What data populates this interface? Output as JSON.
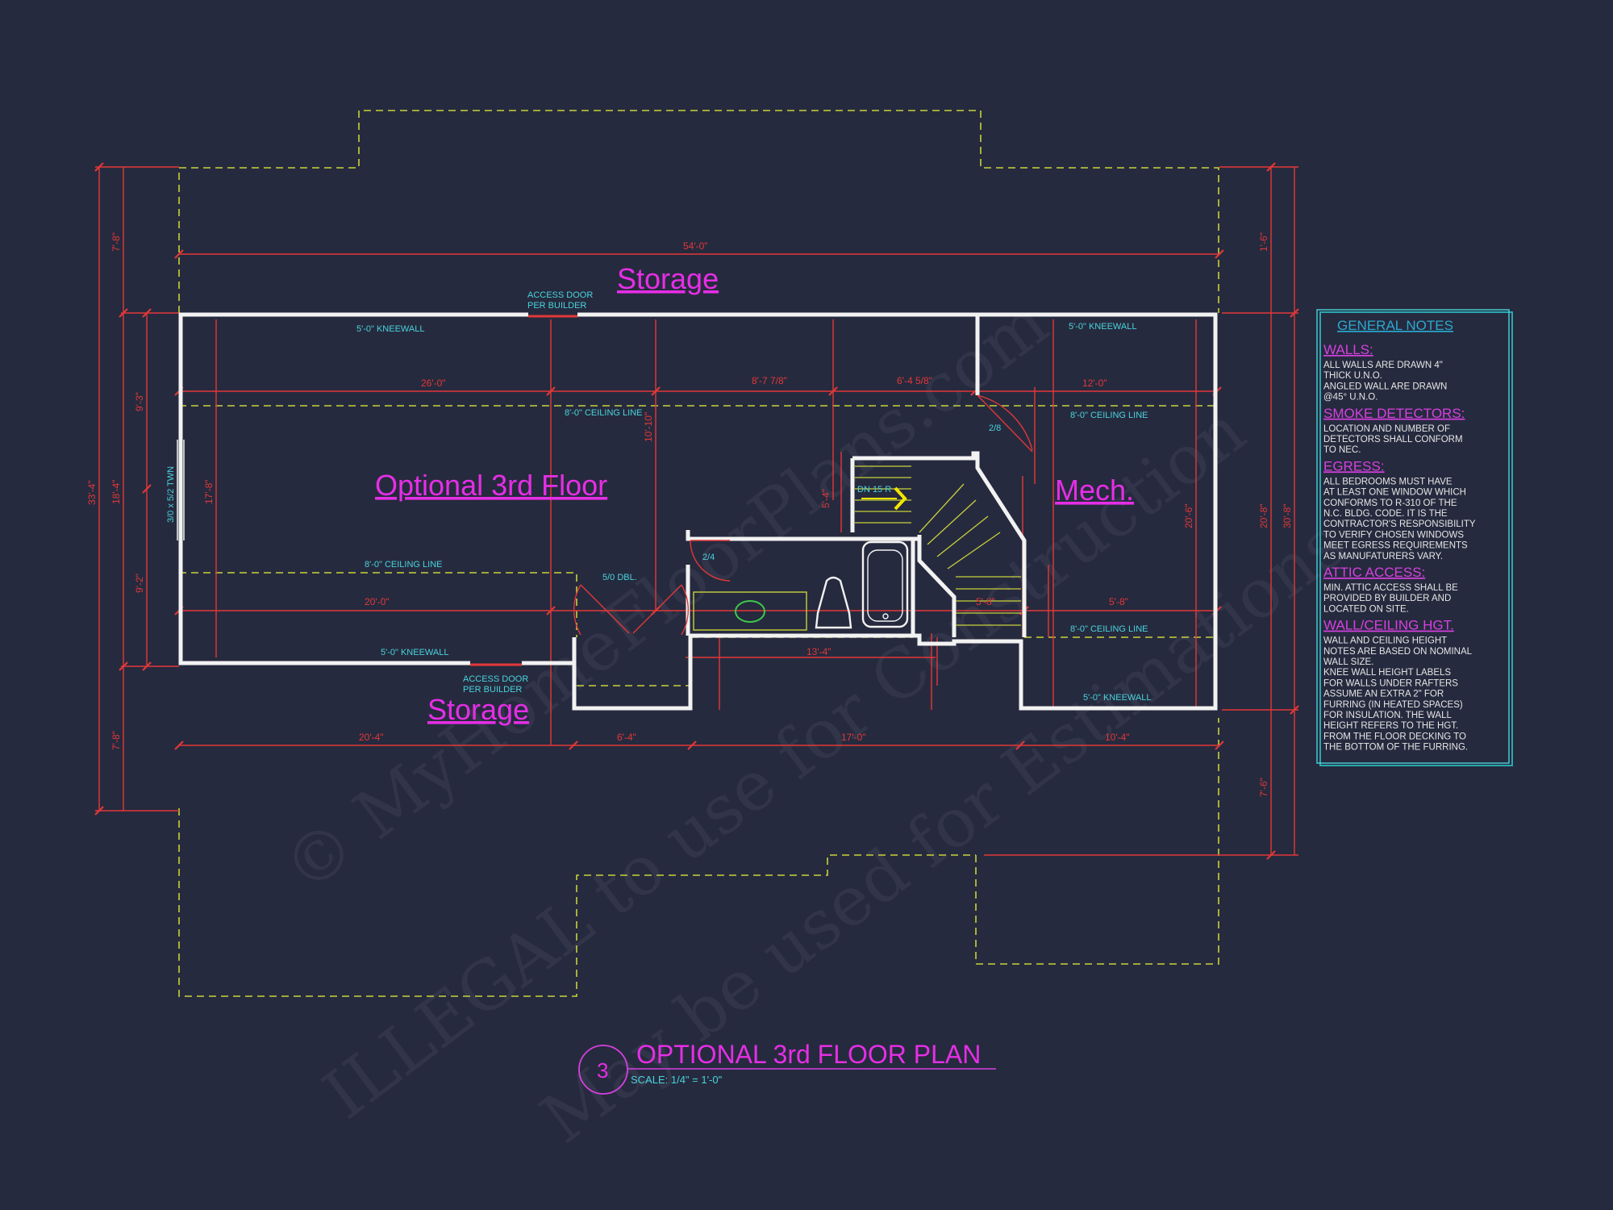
{
  "rooms": {
    "storage_top": "Storage",
    "optional_3rd_floor": "Optional 3rd Floor",
    "mech": "Mech.",
    "storage_bottom": "Storage"
  },
  "annotations": {
    "access_door_top_1": "ACCESS DOOR",
    "access_door_top_2": "PER BUILDER",
    "access_door_bottom_1": "ACCESS DOOR",
    "access_door_bottom_2": "PER BUILDER",
    "kneewall_top_left": "5'-0\" KNEEWALL",
    "kneewall_top_right": "5'-0\" KNEEWALL",
    "kneewall_bottom_left": "5'-0\" KNEEWALL",
    "kneewall_bottom_right": "5'-0\" KNEEWALL",
    "ceiling_line_1": "8'-0\" CEILING LINE",
    "ceiling_line_2": "8'-0\" CEILING LINE",
    "ceiling_line_3": "8'-0\" CEILING LINE",
    "ceiling_line_4": "8'-0\" CEILING LINE",
    "window": "3/0 x 5/2 TWN",
    "door_28": "2/8",
    "door_24": "2/4",
    "door_50": "5/0 DBL.",
    "stair": "DN 15 R"
  },
  "dimensions": {
    "overall_width": "54'-0\"",
    "d_26": "26'-0\"",
    "d_8_7": "8'-7 7/8\"",
    "d_6_4": "6'-4 5/8\"",
    "d_12": "12'-0\"",
    "d_20_4": "20'-4\"",
    "d_6_4b": "6'-4\"",
    "d_17": "17'-0\"",
    "d_10_4": "10'-4\"",
    "d_13_4": "13'-4\"",
    "d_20": "20'-0\"",
    "d_5_8": "5'-8\"",
    "d_5_8b": "5'-8\"",
    "left_overall": "33'-4\"",
    "left_18_4": "18'-4\"",
    "left_17_8": "17'-8\"",
    "left_7_8a": "7'-8\"",
    "left_7_8b": "7'-8\"",
    "left_9_3": "9'-3\"",
    "left_9_2": "9'-2\"",
    "right_overall": "30'-8\"",
    "right_20_8": "20'-8\"",
    "right_1_6": "1'-6\"",
    "right_7_6": "7'-6\"",
    "right_20_6": "20'-6\"",
    "d_10_10": "10'-10\"",
    "d_5_4": "5'-4\""
  },
  "general_notes": {
    "title": "GENERAL NOTES",
    "sections": [
      {
        "heading": "WALLS:",
        "lines": [
          "ALL WALLS ARE DRAWN 4\"",
          "THICK U.N.O.",
          "ANGLED WALL ARE DRAWN",
          "@45° U.N.O."
        ]
      },
      {
        "heading": "SMOKE DETECTORS:",
        "lines": [
          "LOCATION AND NUMBER OF",
          "DETECTORS SHALL CONFORM",
          "TO NEC."
        ]
      },
      {
        "heading": "EGRESS:",
        "lines": [
          "ALL BEDROOMS MUST HAVE",
          "AT LEAST ONE WINDOW WHICH",
          "CONFORMS TO R-310 OF THE",
          "N.C. BLDG. CODE. IT IS THE",
          "CONTRACTOR'S RESPONSIBILITY",
          "TO VERIFY CHOSEN WINDOWS",
          "MEET EGRESS REQUIREMENTS",
          "AS MANUFATURERS VARY."
        ]
      },
      {
        "heading": "ATTIC ACCESS:",
        "lines": [
          "MIN. ATTIC ACCESS SHALL BE",
          "PROVIDED BY BUILDER AND",
          "LOCATED ON SITE."
        ]
      },
      {
        "heading": "WALL/CEILING HGT.",
        "lines": [
          "WALL AND CEILING HEIGHT",
          "NOTES ARE BASED ON NOMINAL",
          "WALL SIZE.",
          "KNEE WALL HEIGHT LABELS",
          "FOR WALLS UNDER RAFTERS",
          "ASSUME AN EXTRA 2\" FOR",
          "FURRING (IN HEATED SPACES)",
          "FOR INSULATION. THE WALL",
          "HEIGHT REFERS TO THE HGT.",
          "FROM THE FLOOR DECKING TO",
          "THE BOTTOM OF THE FURRING."
        ]
      }
    ]
  },
  "title_block": {
    "number": "3",
    "title": "OPTIONAL 3rd FLOOR PLAN",
    "scale": "SCALE: 1/4\" = 1'-0\""
  },
  "watermark": {
    "line1": "© MyHomeFloorPlans.com",
    "line2": "ILLEGAL to use for Construction",
    "line3": "May be used for Estimations"
  },
  "colors": {
    "background": "#262a3e",
    "walls": "#f2f2f2",
    "dimension": "#e23838",
    "roof_outline": "#c8d23a",
    "room_label": "#e62ee6",
    "annotation": "#49d3dc"
  }
}
